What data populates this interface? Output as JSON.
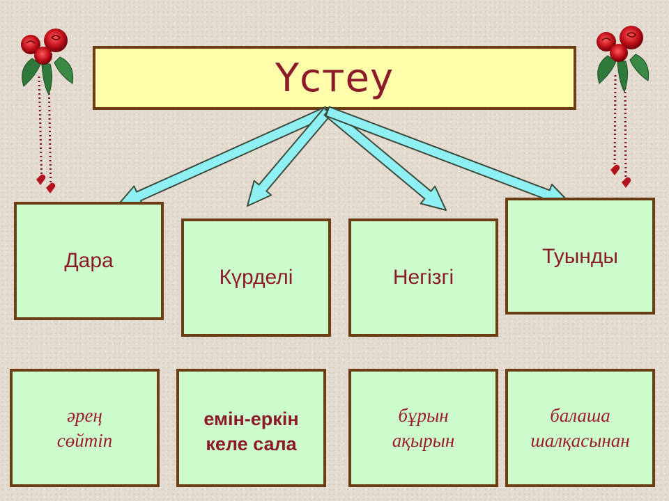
{
  "title": "Үстеу",
  "categories": [
    {
      "label": "Дара"
    },
    {
      "label": "Күрделі"
    },
    {
      "label": "Негізгі"
    },
    {
      "label": "Туынды"
    }
  ],
  "examples": [
    {
      "lines": [
        "әрең",
        "сөйтіп"
      ],
      "style": "serif-italic"
    },
    {
      "lines": [
        "емін-еркін",
        "келе сала"
      ],
      "style": "sans-bold"
    },
    {
      "lines": [
        "бұрын",
        "ақырын"
      ],
      "style": "serif-italic"
    },
    {
      "lines": [
        "балаша",
        "шалқасынан"
      ],
      "style": "serif-italic"
    }
  ],
  "colors": {
    "title_bg": "#fdfdaa",
    "box_bg": "#ccfccc",
    "border": "#6b3d12",
    "text": "#8b1a2b",
    "arrow_fill": "#8ff0f4",
    "arrow_stroke": "#3d4a3a"
  },
  "decorations": [
    {
      "icon": "rose-bouquet-icon",
      "side": "left"
    },
    {
      "icon": "rose-bouquet-icon",
      "side": "right"
    }
  ]
}
